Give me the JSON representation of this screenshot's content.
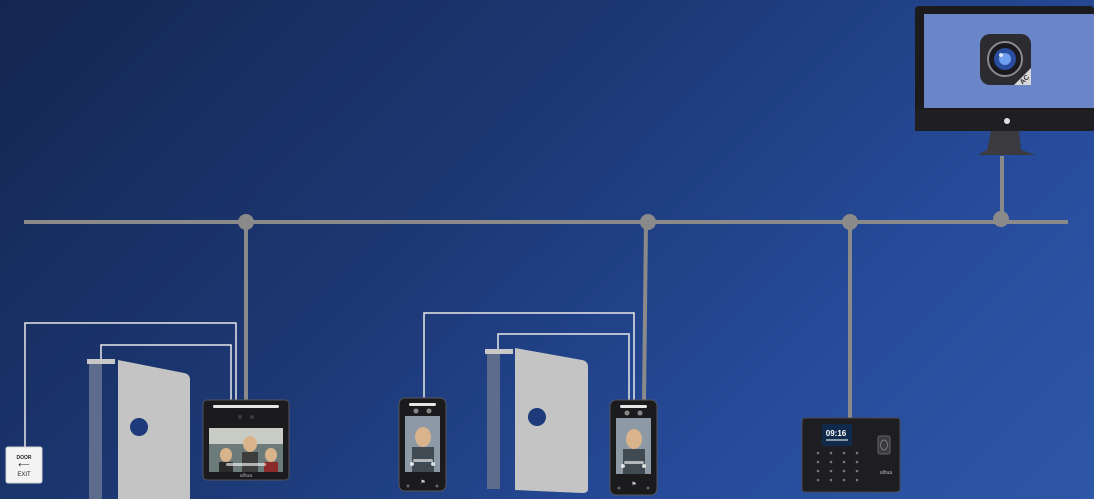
{
  "colors": {
    "bus": "#8a8a8a",
    "wire": "#e8e8e8",
    "door": "#c4c4c4",
    "frame": "#5d6b8c",
    "device_dark": "#1b1b1e",
    "monitor_screen": "#6a86c9"
  },
  "exit_button": {
    "line1": "DOOR",
    "line2": "EXIT"
  },
  "faceid_wide": {
    "brand": "alhua"
  },
  "attendance_terminal": {
    "time": "09:16",
    "brand": "alhua"
  },
  "monitor": {
    "app_icon_label": "AC",
    "app_icon_name": "camera-app-icon"
  }
}
